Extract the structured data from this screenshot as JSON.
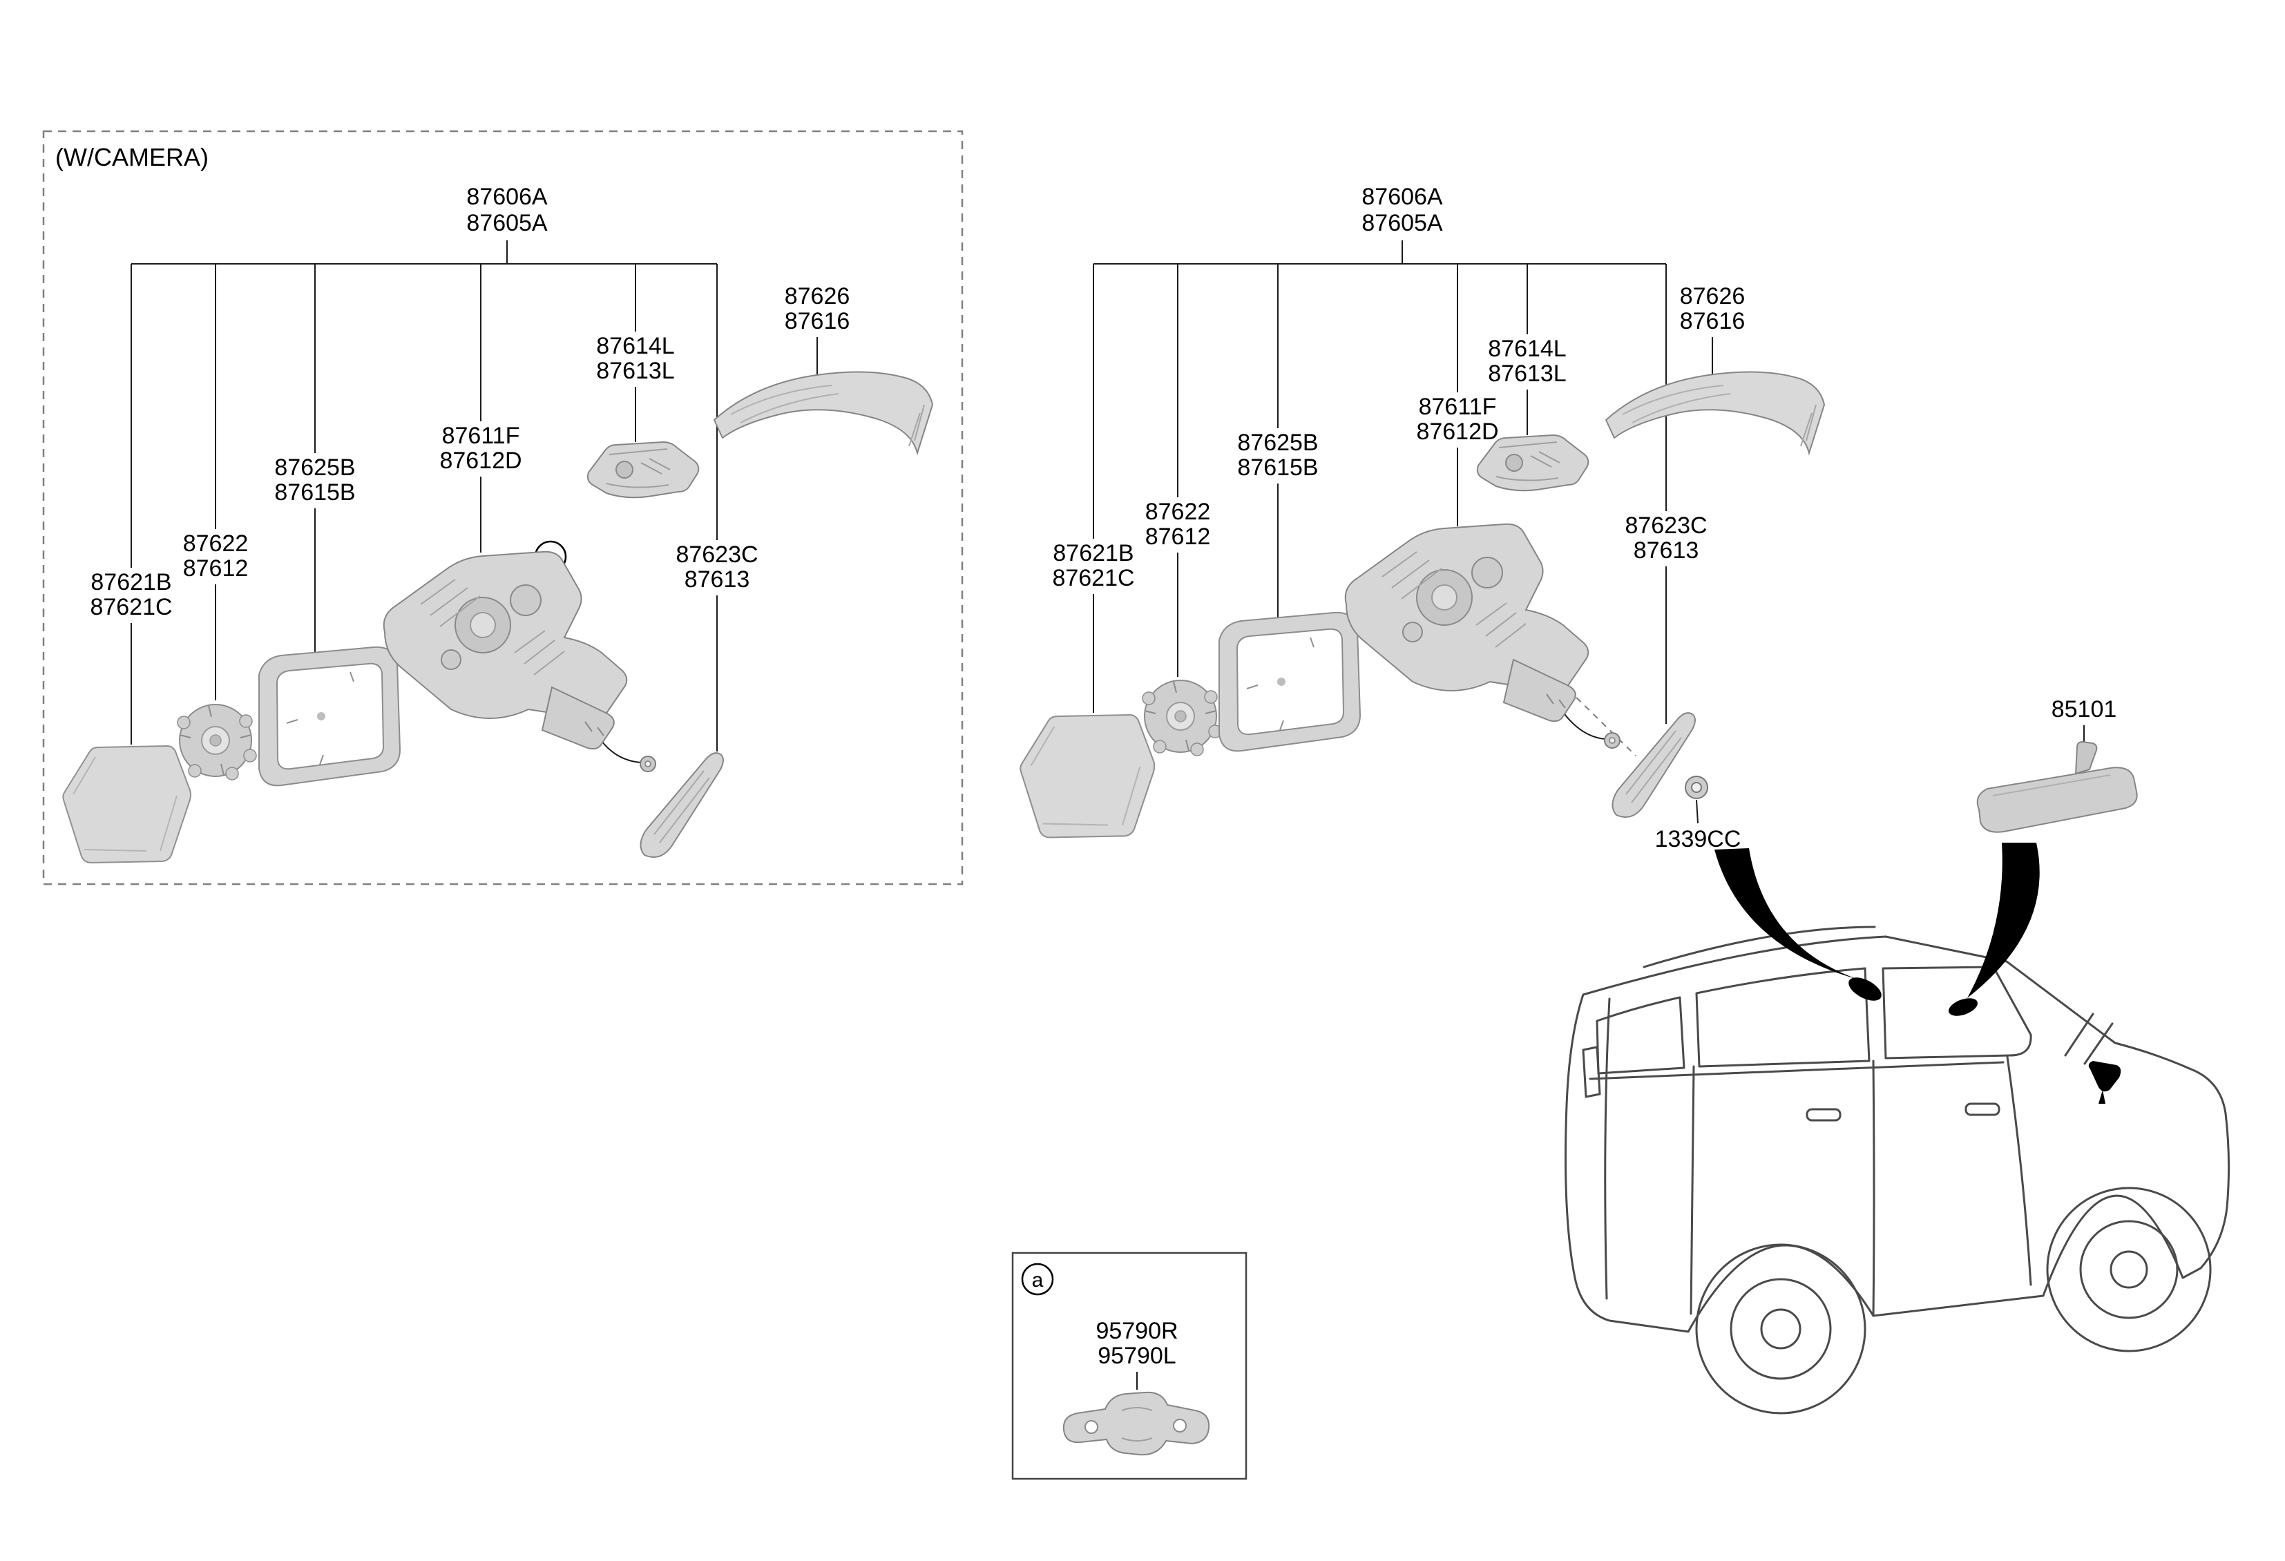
{
  "camera_box_label": "(W/CAMERA)",
  "callout": "a",
  "left_assembly": {
    "assembly": [
      "87606A",
      "87605A"
    ],
    "cover": [
      "87626",
      "87616"
    ],
    "lamp": [
      "87614L",
      "87613L"
    ],
    "housing": [
      "87611F",
      "87612D"
    ],
    "holder": [
      "87625B",
      "87615B"
    ],
    "actuator": [
      "87622",
      "87612"
    ],
    "glass": [
      "87621B",
      "87621C"
    ],
    "garnish": [
      "87623C",
      "87613"
    ]
  },
  "right_assembly": {
    "assembly": [
      "87606A",
      "87605A"
    ],
    "cover": [
      "87626",
      "87616"
    ],
    "lamp": [
      "87614L",
      "87613L"
    ],
    "housing": [
      "87611F",
      "87612D"
    ],
    "holder": [
      "87625B",
      "87615B"
    ],
    "actuator": [
      "87622",
      "87612"
    ],
    "glass": [
      "87621B",
      "87621C"
    ],
    "garnish": [
      "87623C",
      "87613"
    ],
    "nut": "1339CC",
    "inside_mirror": "85101"
  },
  "detail": {
    "callout": "a",
    "bracket": [
      "95790R",
      "95790L"
    ]
  },
  "colors": {
    "part_fill": "#d6d6d6",
    "part_stroke": "#858585",
    "line": "#1a1a1a",
    "arrow": "#000000"
  }
}
